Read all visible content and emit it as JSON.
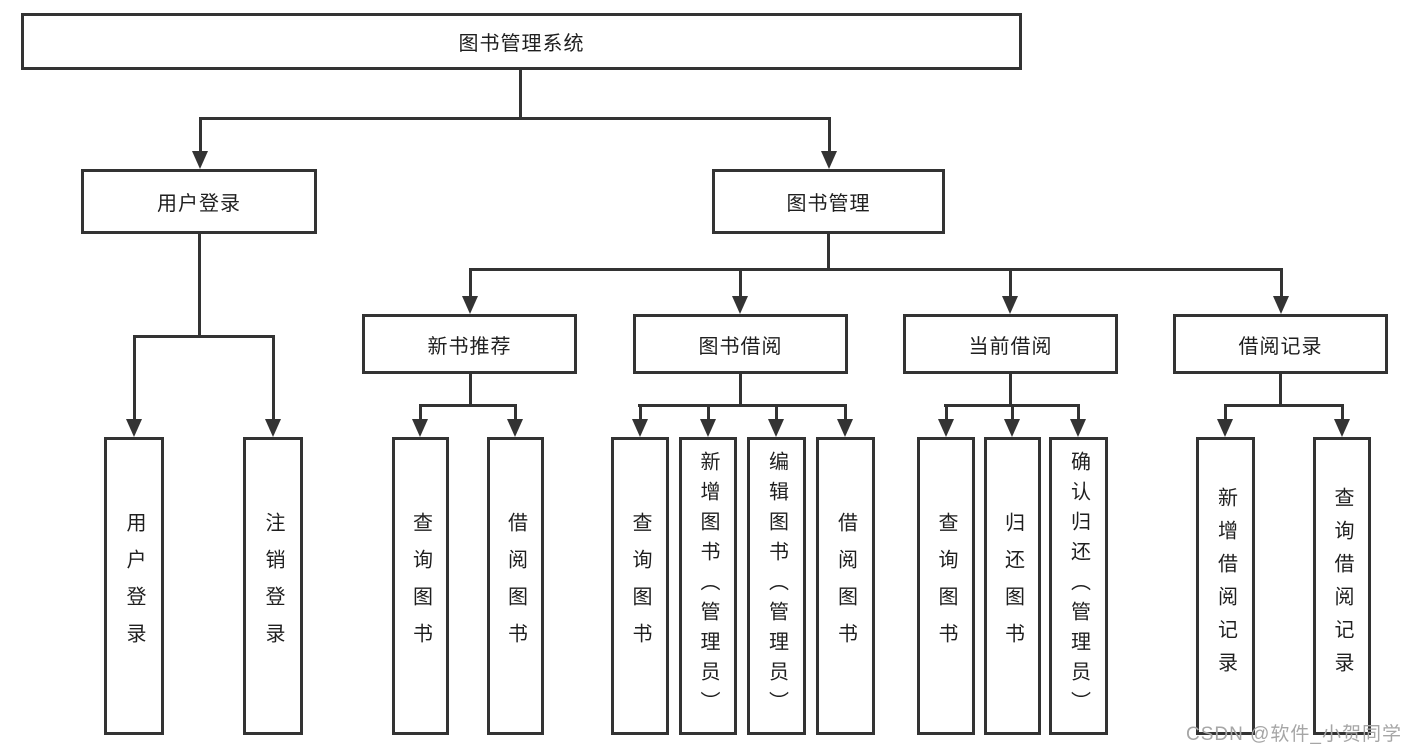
{
  "tree": {
    "label": "图书管理系统",
    "children": [
      {
        "label": "用户登录",
        "children": [
          {
            "label": "用户登录"
          },
          {
            "label": "注销登录"
          }
        ]
      },
      {
        "label": "图书管理",
        "children": [
          {
            "label": "新书推荐",
            "children": [
              {
                "label": "查询图书"
              },
              {
                "label": "借阅图书"
              }
            ]
          },
          {
            "label": "图书借阅",
            "children": [
              {
                "label": "查询图书"
              },
              {
                "label": "新增图书（管理员）"
              },
              {
                "label": "编辑图书（管理员）"
              },
              {
                "label": "借阅图书"
              }
            ]
          },
          {
            "label": "当前借阅",
            "children": [
              {
                "label": "查询图书"
              },
              {
                "label": "归还图书"
              },
              {
                "label": "确认归还（管理员）"
              }
            ]
          },
          {
            "label": "借阅记录",
            "children": [
              {
                "label": "新增借阅记录"
              },
              {
                "label": "查询借阅记录"
              }
            ]
          }
        ]
      }
    ]
  },
  "watermark": "CSDN @软件_小贺同学",
  "colors": {
    "line": "#333333",
    "text": "#1f1f1f",
    "background": "#ffffff",
    "watermark": "#a6a6a6"
  }
}
